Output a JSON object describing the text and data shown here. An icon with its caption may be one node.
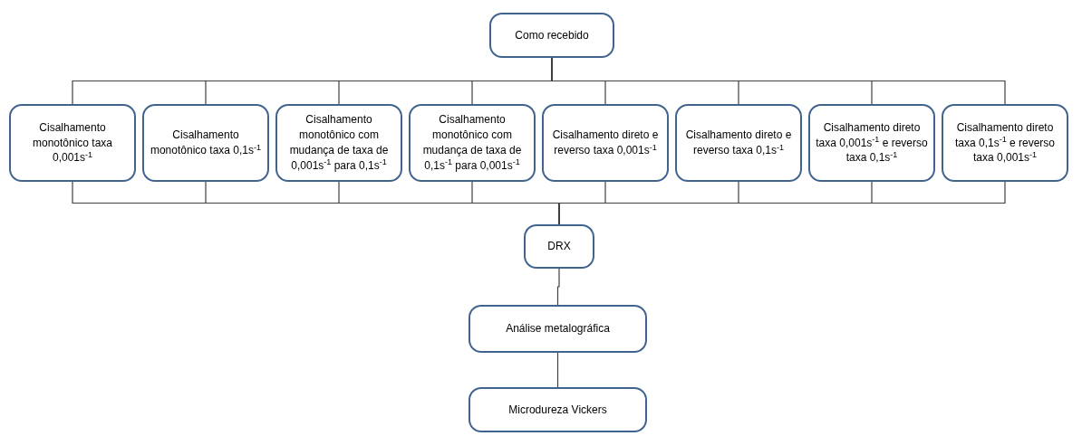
{
  "diagram": {
    "nodes": [
      {
        "text": [
          "Como recebido"
        ]
      },
      {
        "text": [
          "Cisalhamento monotônico taxa 0,001s$^{-1}$"
        ]
      },
      {
        "text": [
          "Cisalhamento monotônico taxa 0,1s$^{-1}$"
        ]
      },
      {
        "text": [
          "Cisalhamento monotônico com mudança de taxa de 0,001s$^{-1}$ para 0,1s$^{-1}$"
        ]
      },
      {
        "text": [
          "Cisalhamento monotônico com mudança de taxa de 0,1s$^{-1}$ para 0,001s$^{-1}$"
        ]
      },
      {
        "text": [
          "Cisalhamento direto e reverso taxa 0,001s$^{-1}$"
        ]
      },
      {
        "text": [
          "Cisalhamento direto e reverso taxa 0,1s$^{-1}$"
        ]
      },
      {
        "text": [
          "Cisalhamento direto taxa 0,001s$^{-1}$ e reverso taxa 0,1s$^{-1}$"
        ]
      },
      {
        "text": [
          "Cisalhamento direto taxa 0,1s$^{-1}$ e reverso taxa 0,001s$^{-1}$"
        ]
      },
      {
        "text": [
          "DRX"
        ]
      },
      {
        "text": [
          "Análise metalográfica"
        ]
      },
      {
        "text": [
          "Microdureza Vickers"
        ]
      }
    ],
    "edges": [
      {
        "from": 0,
        "to": 1,
        "arrow": "none"
      },
      {
        "from": 0,
        "to": 2,
        "arrow": "none"
      },
      {
        "from": 0,
        "to": 3,
        "arrow": "none"
      },
      {
        "from": 0,
        "to": 4,
        "arrow": "none"
      },
      {
        "from": 0,
        "to": 5,
        "arrow": "none"
      },
      {
        "from": 0,
        "to": 6,
        "arrow": "none"
      },
      {
        "from": 0,
        "to": 7,
        "arrow": "none"
      },
      {
        "from": 0,
        "to": 8,
        "arrow": "none"
      },
      {
        "from": 1,
        "to": 9,
        "arrow": "none"
      },
      {
        "from": 2,
        "to": 9,
        "arrow": "none"
      },
      {
        "from": 3,
        "to": 9,
        "arrow": "none"
      },
      {
        "from": 4,
        "to": 9,
        "arrow": "none"
      },
      {
        "from": 5,
        "to": 9,
        "arrow": "none"
      },
      {
        "from": 6,
        "to": 9,
        "arrow": "none"
      },
      {
        "from": 7,
        "to": 9,
        "arrow": "none"
      },
      {
        "from": 8,
        "to": 9,
        "arrow": "none"
      },
      {
        "from": 9,
        "to": 10,
        "arrow": "none"
      },
      {
        "from": 10,
        "to": 11,
        "arrow": "none"
      }
    ]
  }
}
